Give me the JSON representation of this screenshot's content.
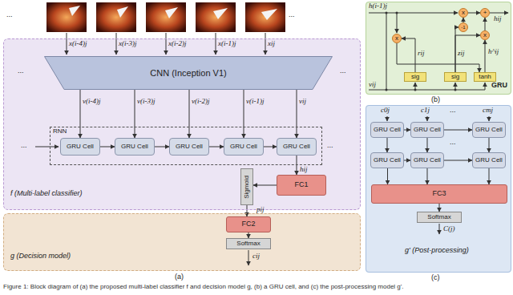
{
  "diagram": {
    "caption": "Figure 1: Block diagram of (a) the proposed multi-label classifier f and decision model g, (b) a GRU cell, and (c) the post-processing model g'.",
    "nodes": [
      {
        "text": [
          "f (Multi-label classifier)"
        ]
      },
      {
        "text": [
          "CNN (Inception V1)"
        ],
        "in": 0
      },
      {
        "text": [
          "RNN"
        ],
        "in": 0
      },
      {
        "text": [
          "GRU Cell"
        ],
        "in": 2
      },
      {
        "text": [
          "GRU Cell"
        ],
        "in": 2
      },
      {
        "text": [
          "GRU Cell"
        ],
        "in": 2
      },
      {
        "text": [
          "GRU Cell"
        ],
        "in": 2
      },
      {
        "text": [
          "GRU Cell"
        ],
        "in": 2
      },
      {
        "text": [
          "FC1"
        ],
        "in": 0
      },
      {
        "text": [
          "Sigmoid"
        ],
        "in": 0
      },
      {
        "text": [
          "g (Decision model)"
        ]
      },
      {
        "text": [
          "FC2"
        ],
        "in": 10
      },
      {
        "text": [
          "Softmax"
        ],
        "in": 10
      },
      {
        "text": [
          "GRU"
        ]
      },
      {
        "text": [
          "x"
        ],
        "in": 13
      },
      {
        "text": [
          "x"
        ],
        "in": 13
      },
      {
        "text": [
          "+"
        ],
        "in": 13
      },
      {
        "text": [
          "-1"
        ],
        "in": 13
      },
      {
        "text": [
          "x"
        ],
        "in": 13
      },
      {
        "text": [
          "sig"
        ],
        "in": 13
      },
      {
        "text": [
          "sig"
        ],
        "in": 13
      },
      {
        "text": [
          "tanh"
        ],
        "in": 13
      },
      {
        "text": [
          "g' (Post-processing)"
        ]
      },
      {
        "text": [
          "GRU Cell"
        ],
        "in": 22
      },
      {
        "text": [
          "GRU Cell"
        ],
        "in": 22
      },
      {
        "text": [
          "GRU Cell"
        ],
        "in": 22
      },
      {
        "text": [
          "GRU Cell"
        ],
        "in": 22
      },
      {
        "text": [
          "GRU Cell"
        ],
        "in": 22
      },
      {
        "text": [
          "GRU Cell"
        ],
        "in": 22
      },
      {
        "text": [
          "FC3"
        ],
        "in": 22
      },
      {
        "text": [
          "Softmax"
        ],
        "in": 22
      }
    ],
    "edges": [
      {
        "from": 1,
        "to": 3,
        "label": "v(i-4)j",
        "arrow": "to"
      },
      {
        "from": 1,
        "to": 4,
        "label": "v(i-3)j",
        "arrow": "to"
      },
      {
        "from": 1,
        "to": 5,
        "label": "v(i-2)j",
        "arrow": "to"
      },
      {
        "from": 1,
        "to": 6,
        "label": "v(i-1)j",
        "arrow": "to"
      },
      {
        "from": 1,
        "to": 7,
        "label": "vij",
        "arrow": "to"
      },
      {
        "from": 3,
        "to": 4,
        "arrow": "to"
      },
      {
        "from": 4,
        "to": 5,
        "arrow": "to"
      },
      {
        "from": 5,
        "to": 6,
        "arrow": "to"
      },
      {
        "from": 6,
        "to": 7,
        "arrow": "to"
      },
      {
        "from": 7,
        "to": 8,
        "label": "hij",
        "arrow": "to"
      },
      {
        "from": 8,
        "to": 9,
        "arrow": "to"
      },
      {
        "from": 9,
        "to": 11,
        "label": "pij",
        "arrow": "to"
      },
      {
        "from": 11,
        "to": 12,
        "arrow": "to"
      },
      {
        "from": 19,
        "to": 14,
        "label": "rij",
        "arrow": "to"
      },
      {
        "from": 20,
        "to": 17,
        "label": "zij",
        "arrow": "to"
      },
      {
        "from": 20,
        "to": 18,
        "arrow": "to"
      },
      {
        "from": 17,
        "to": 15,
        "arrow": "to"
      },
      {
        "from": 15,
        "to": 16,
        "arrow": "to"
      },
      {
        "from": 18,
        "to": 16,
        "arrow": "to"
      },
      {
        "from": 21,
        "to": 18,
        "label": "h^ij",
        "arrow": "to"
      },
      {
        "from": 14,
        "to": 21,
        "arrow": "to"
      },
      {
        "from": 23,
        "to": 24,
        "arrow": "to"
      },
      {
        "from": 24,
        "to": 25,
        "arrow": "to"
      },
      {
        "from": 26,
        "to": 27,
        "arrow": "to"
      },
      {
        "from": 27,
        "to": 28,
        "arrow": "to"
      },
      {
        "from": 23,
        "to": 26,
        "arrow": "to"
      },
      {
        "from": 24,
        "to": 27,
        "arrow": "to"
      },
      {
        "from": 25,
        "to": 28,
        "arrow": "to"
      },
      {
        "from": 26,
        "to": 29,
        "arrow": "to"
      },
      {
        "from": 27,
        "to": 29,
        "arrow": "to"
      },
      {
        "from": 28,
        "to": 29,
        "arrow": "to"
      },
      {
        "from": 29,
        "to": 30,
        "arrow": "to"
      }
    ],
    "labels": [
      "...",
      "x(i-4)j",
      "x(i-3)j",
      "x(i-2)j",
      "x(i-1)j",
      "xij",
      "...",
      "...",
      "...",
      "...",
      "...",
      "cij",
      "(a)",
      "h(i-1)j",
      "hij",
      "vij",
      "(b)",
      "c0j",
      "c1j",
      "...",
      "cmj",
      "...",
      "C(j)",
      "(c)"
    ]
  }
}
